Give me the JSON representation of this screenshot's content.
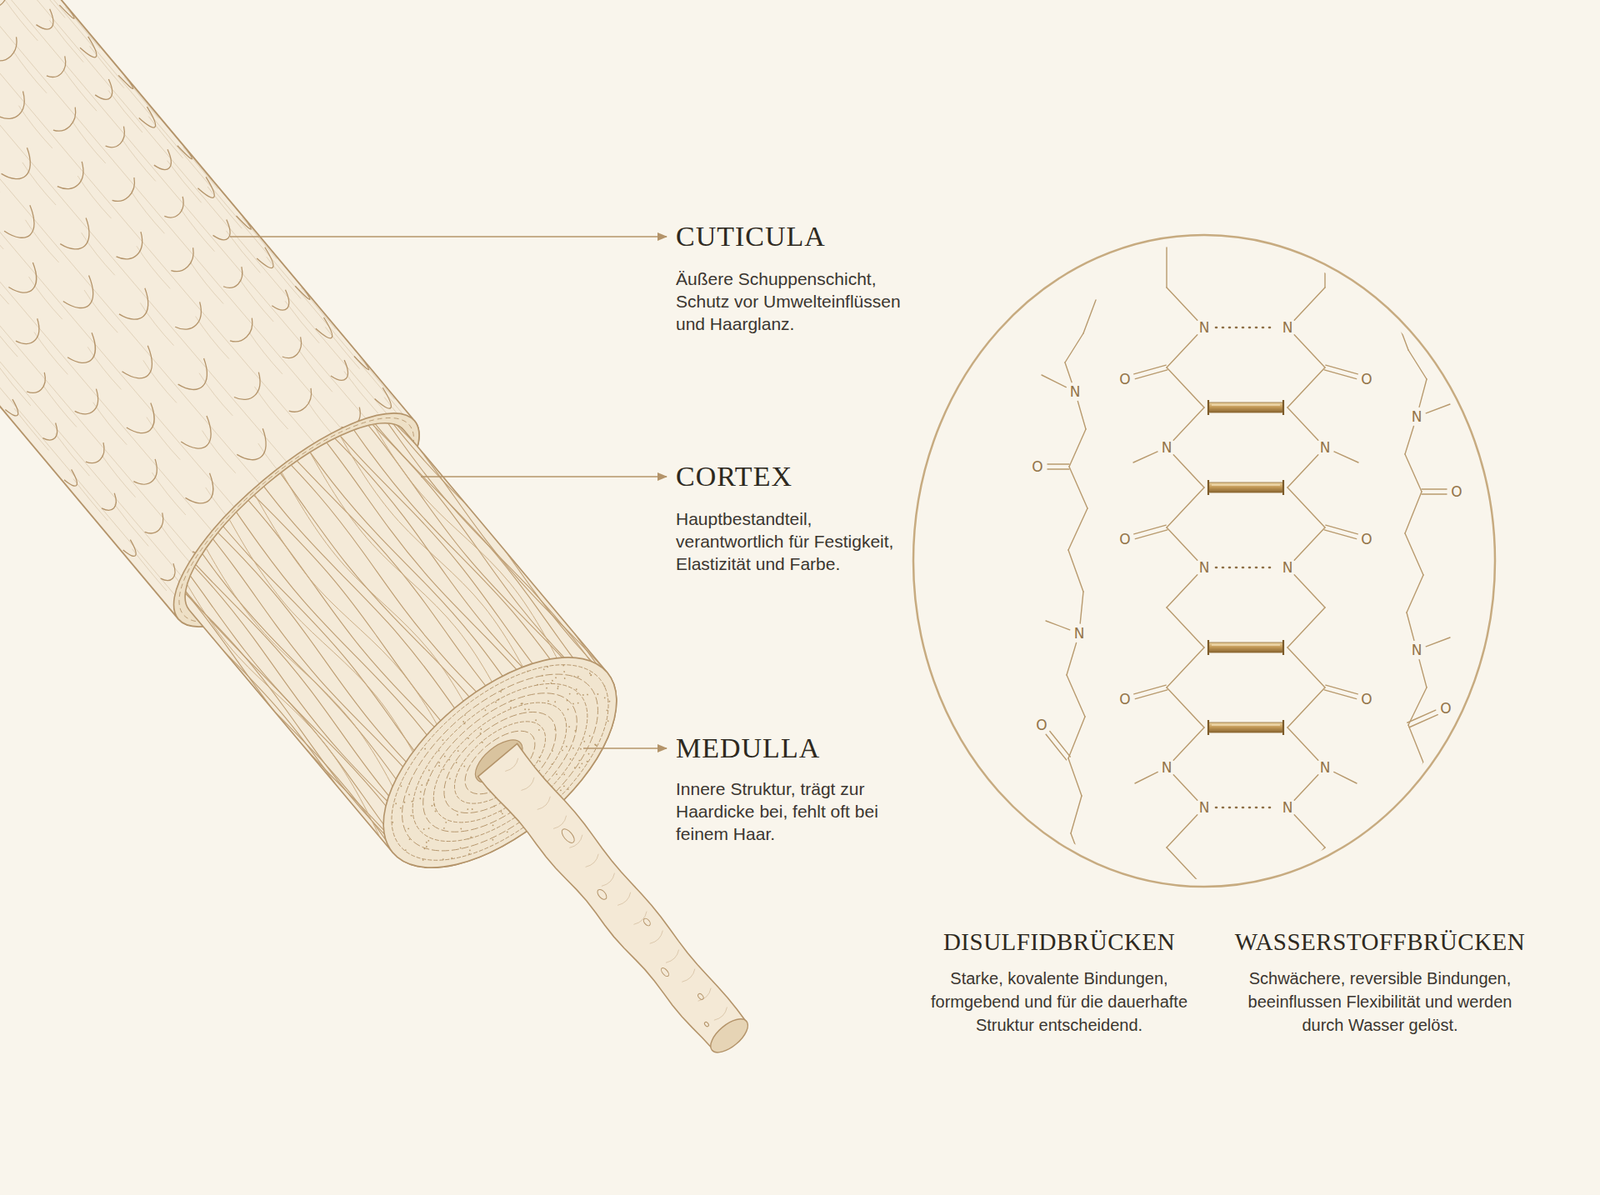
{
  "diagram": {
    "labels": [
      "CUTICULA",
      "Äußere Schuppenschicht, Schutz vor Umwelteinflüssen und Haarglanz.",
      "CORTEX",
      "Hauptbestandteil, verantwortlich für Festigkeit, Elastizität und Farbe.",
      "MEDULLA",
      "Innere Struktur, trägt zur Haardicke bei, fehlt oft bei feinem Haar.",
      "N",
      "O",
      "N",
      "O",
      "N",
      "O",
      "N",
      "N",
      "N",
      "O",
      "N",
      "O",
      "N",
      "O",
      "N",
      "N",
      "N",
      "O",
      "N",
      "O",
      "N",
      "O",
      "N",
      "O",
      "DISULFIDBRÜCKEN",
      "Starke, kovalente Bindungen, formgebend und für die dauerhafte Struktur entscheidend.",
      "WASSERSTOFFBRÜCKEN",
      "Schwächere, reversible Bindungen, beeinflussen Flexibilität und werden durch Wasser gelöst."
    ]
  }
}
